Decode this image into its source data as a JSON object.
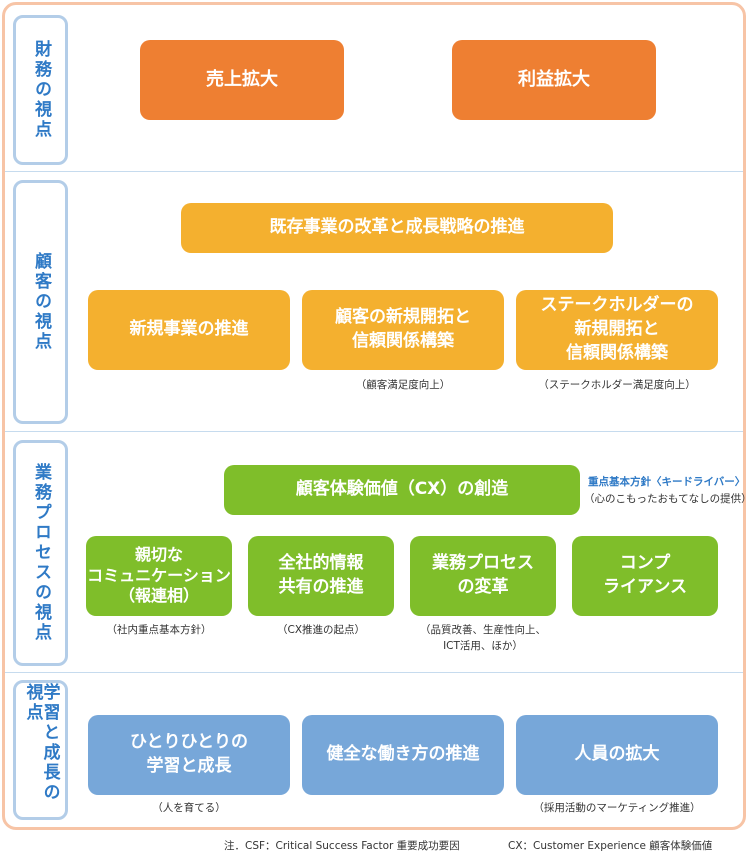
{
  "perspectives": {
    "financial": "財務の視点",
    "customer": "顧客の視点",
    "process": "業務プロセスの視点",
    "learning": "学習と成長の視点"
  },
  "financial": {
    "sales": "売上拡大",
    "profit": "利益拡大"
  },
  "customer": {
    "main": "既存事業の改革と成長戦略の推進",
    "new_business": "新規事業の推進",
    "customer_relations": "顧客の新規開拓と\n信頼関係構築",
    "customer_relations_note": "（顧客満足度向上）",
    "stakeholder_relations": "ステークホルダーの\n新規開拓と\n信頼関係構築",
    "stakeholder_relations_note": "（ステークホルダー満足度向上）"
  },
  "process": {
    "main": "顧客体験価値（CX）の創造",
    "key_driver_title": "重点基本方針〈キードライバー〉",
    "key_driver_sub": "（心のこもったおもてなしの提供）",
    "communication": "親切な\nコミュニケーション\n（報連相）",
    "communication_note": "（社内重点基本方針）",
    "info_sharing": "全社的情報\n共有の推進",
    "info_sharing_note": "（CX推進の起点）",
    "reform": "業務プロセス\nの変革",
    "reform_note": "（品質改善、生産性向上、\nICT活用、ほか）",
    "compliance": "コンプ\nライアンス"
  },
  "learning": {
    "learning_growth": "ひとりひとりの\n学習と成長",
    "learning_growth_note": "（人を育てる）",
    "work_style": "健全な働き方の推進",
    "staff": "人員の拡大",
    "staff_note": "（採用活動のマーケティング推進）"
  },
  "footnotes": {
    "csf": "注．CSF：Critical Success Factor 重要成功要因",
    "cx": "CX：Customer Experience 顧客体験価値"
  },
  "colors": {
    "financial": "#ee7f32",
    "customer": "#f4b02f",
    "process": "#7fbe2a",
    "learning": "#77a7d9",
    "perspective_text": "#2f7ac6"
  }
}
